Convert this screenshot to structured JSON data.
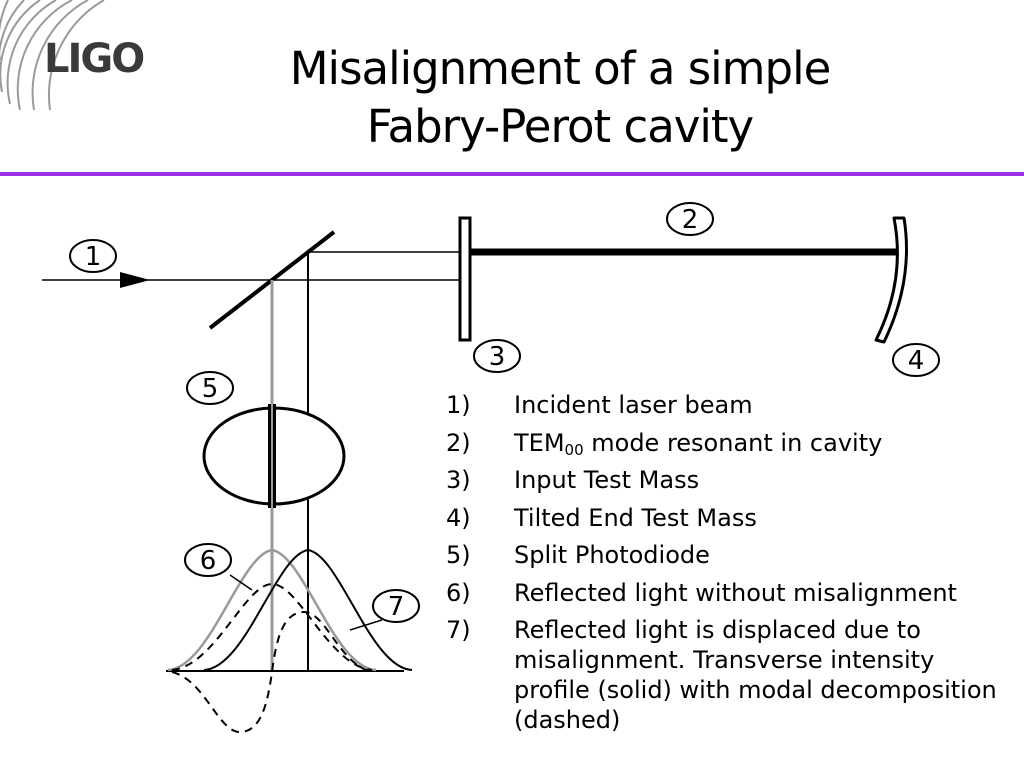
{
  "logo": {
    "text": "LIGO"
  },
  "title": {
    "line1": "Misalignment of a simple",
    "line2": "Fabry-Perot cavity"
  },
  "colors": {
    "rule": "#9b30e6",
    "gray_beam": "#9a9a9a"
  },
  "diagram_labels": [
    "1",
    "2",
    "3",
    "4",
    "5",
    "6",
    "7"
  ],
  "legend": [
    {
      "num": "1)",
      "text": "Incident laser beam"
    },
    {
      "num": "2)",
      "text_pre": "TEM",
      "sub": "00",
      "text_post": " mode resonant in cavity"
    },
    {
      "num": "3)",
      "text": "Input Test Mass"
    },
    {
      "num": "4)",
      "text": "Tilted End Test Mass"
    },
    {
      "num": "5)",
      "text": "Split Photodiode"
    },
    {
      "num": "6)",
      "text": "Reflected light without misalignment"
    },
    {
      "num": "7)",
      "text": "Reflected light is displaced due to misalignment. Transverse intensity profile (solid) with modal decomposition (dashed)"
    }
  ]
}
